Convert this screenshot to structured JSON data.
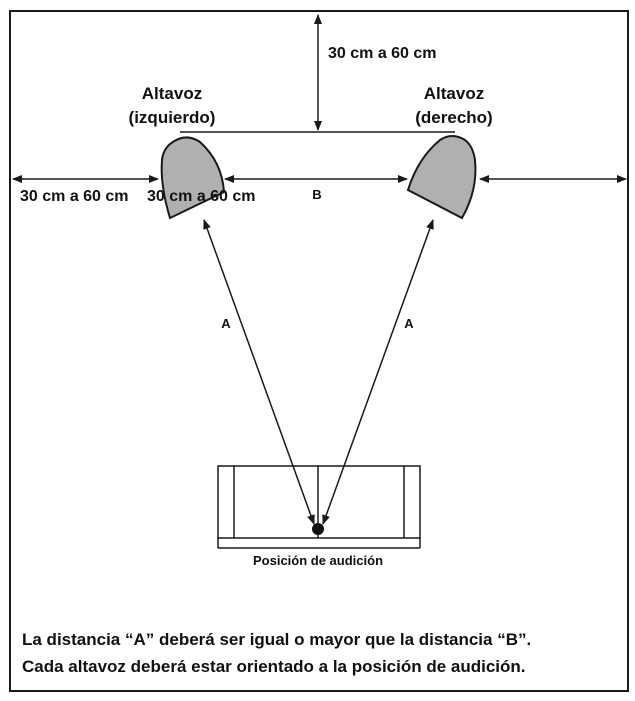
{
  "speakers": {
    "left": {
      "line1": "Altavoz",
      "line2": "(izquierdo)"
    },
    "right": {
      "line1": "Altavoz",
      "line2": "(derecho)"
    }
  },
  "dimensions": {
    "top_gap": "30 cm a 60 cm",
    "left_wall_gap": "30 cm a 60 cm",
    "left_inner_gap": "30 cm a 60 cm",
    "speaker_distance": "B",
    "listener_distance_left": "A",
    "listener_distance_right": "A"
  },
  "listening_position": "Posición de audición",
  "caption": {
    "line1": "La distancia “A” deberá ser igual o mayor que la distancia “B”.",
    "line2": "Cada altavoz deberá estar orientado a la posición de audición."
  },
  "colors": {
    "line": "#1a1a1a",
    "speaker_fill": "#b0b0b0"
  }
}
